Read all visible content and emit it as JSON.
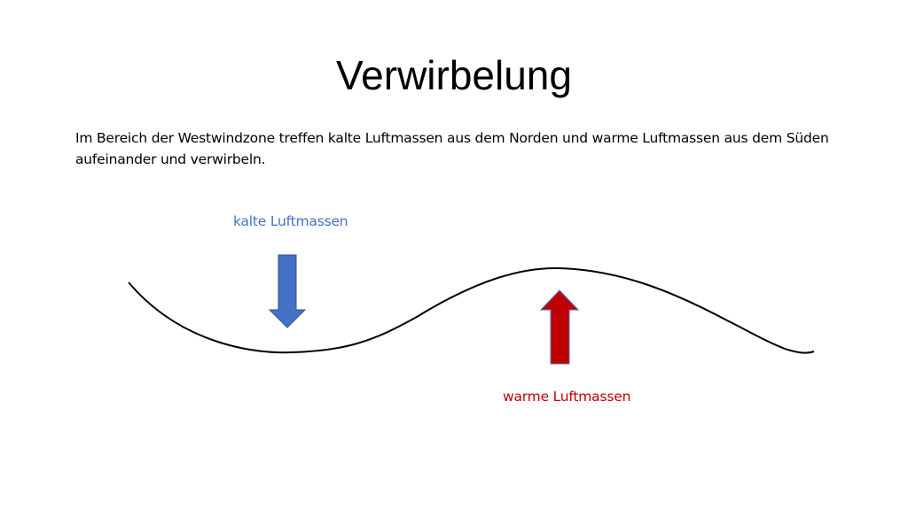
{
  "slide": {
    "title": "Verwirbelung",
    "body": "Im Bereich der Westwindzone treffen kalte Luftmassen aus dem Norden und warme Luftmassen aus dem Süden aufeinander und verwirbeln."
  },
  "diagram": {
    "cold_label": "kalte Luftmassen",
    "warm_label": "warme Luftmassen",
    "colors": {
      "cold": "#4472C4",
      "cold_text": "#4472C4",
      "warm": "#C00000",
      "warm_text": "#C00000",
      "wave": "#000000"
    },
    "icons": {
      "cold_arrow": "arrow-down-icon",
      "warm_arrow": "arrow-up-icon"
    }
  }
}
